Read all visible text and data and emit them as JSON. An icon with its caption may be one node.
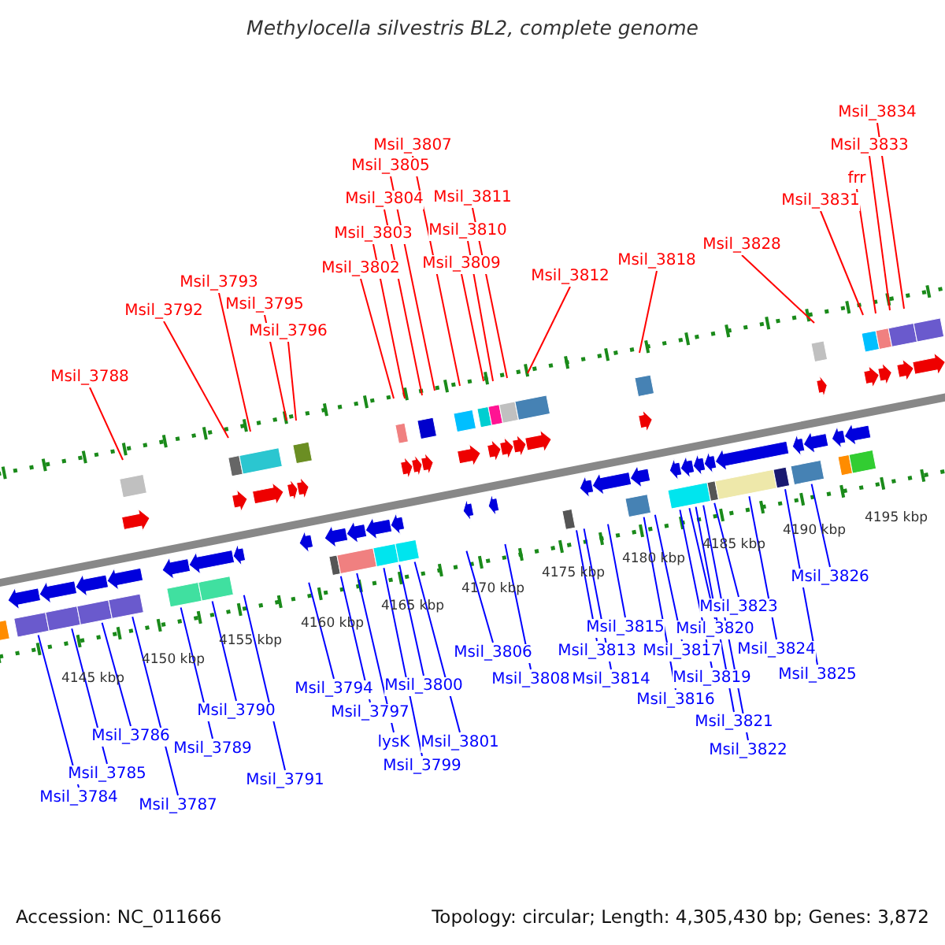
{
  "diagram": {
    "title": "Methylocella silvestris BL2, complete genome",
    "nodes": [
      {
        "text": [
          "Msil_3788"
        ]
      },
      {
        "text": [
          "Msil_3792"
        ]
      },
      {
        "text": [
          "Msil_3793"
        ]
      },
      {
        "text": [
          "Msil_3795"
        ]
      },
      {
        "text": [
          "Msil_3796"
        ]
      },
      {
        "text": [
          "Msil_3802"
        ]
      },
      {
        "text": [
          "Msil_3803"
        ]
      },
      {
        "text": [
          "Msil_3804"
        ]
      },
      {
        "text": [
          "Msil_3805"
        ]
      },
      {
        "text": [
          "Msil_3807"
        ]
      },
      {
        "text": [
          "Msil_3809"
        ]
      },
      {
        "text": [
          "Msil_3810"
        ]
      },
      {
        "text": [
          "Msil_3811"
        ]
      },
      {
        "text": [
          "Msil_3812"
        ]
      },
      {
        "text": [
          "Msil_3818"
        ]
      },
      {
        "text": [
          "Msil_3828"
        ]
      },
      {
        "text": [
          "Msil_3831"
        ]
      },
      {
        "text": [
          "frr"
        ]
      },
      {
        "text": [
          "Msil_3833"
        ]
      },
      {
        "text": [
          "Msil_3834"
        ]
      },
      {
        "text": [
          "Msil_3784"
        ]
      },
      {
        "text": [
          "Msil_3785"
        ]
      },
      {
        "text": [
          "Msil_3786"
        ]
      },
      {
        "text": [
          "Msil_3787"
        ]
      },
      {
        "text": [
          "Msil_3789"
        ]
      },
      {
        "text": [
          "Msil_3790"
        ]
      },
      {
        "text": [
          "Msil_3791"
        ]
      },
      {
        "text": [
          "Msil_3794"
        ]
      },
      {
        "text": [
          "Msil_3797"
        ]
      },
      {
        "text": [
          "lysK"
        ]
      },
      {
        "text": [
          "Msil_3799"
        ]
      },
      {
        "text": [
          "Msil_3800"
        ]
      },
      {
        "text": [
          "Msil_3801"
        ]
      },
      {
        "text": [
          "Msil_3806"
        ]
      },
      {
        "text": [
          "Msil_3808"
        ]
      },
      {
        "text": [
          "Msil_3813"
        ]
      },
      {
        "text": [
          "Msil_3814"
        ]
      },
      {
        "text": [
          "Msil_3815"
        ]
      },
      {
        "text": [
          "Msil_3816"
        ]
      },
      {
        "text": [
          "Msil_3817"
        ]
      },
      {
        "text": [
          "Msil_3819"
        ]
      },
      {
        "text": [
          "Msil_3820"
        ]
      },
      {
        "text": [
          "Msil_3821"
        ]
      },
      {
        "text": [
          "Msil_3822"
        ]
      },
      {
        "text": [
          "Msil_3823"
        ]
      },
      {
        "text": [
          "Msil_3824"
        ]
      },
      {
        "text": [
          "Msil_3825"
        ]
      },
      {
        "text": [
          "Msil_3826"
        ]
      }
    ],
    "edges": [
      {
        "from": 0,
        "to": null,
        "arrow": "none",
        "color": "#ff0000"
      },
      {
        "from": 1,
        "to": null,
        "arrow": "none",
        "color": "#ff0000"
      },
      {
        "from": 2,
        "to": null,
        "arrow": "none",
        "color": "#ff0000"
      },
      {
        "from": 3,
        "to": null,
        "arrow": "none",
        "color": "#ff0000"
      },
      {
        "from": 4,
        "to": null,
        "arrow": "none",
        "color": "#ff0000"
      },
      {
        "from": 5,
        "to": null,
        "arrow": "none",
        "color": "#ff0000"
      },
      {
        "from": 6,
        "to": null,
        "arrow": "none",
        "color": "#ff0000"
      },
      {
        "from": 7,
        "to": null,
        "arrow": "none",
        "color": "#ff0000"
      },
      {
        "from": 8,
        "to": null,
        "arrow": "none",
        "color": "#ff0000"
      },
      {
        "from": 9,
        "to": null,
        "arrow": "none",
        "color": "#ff0000"
      },
      {
        "from": 10,
        "to": null,
        "arrow": "none",
        "color": "#ff0000"
      },
      {
        "from": 11,
        "to": null,
        "arrow": "none",
        "color": "#ff0000"
      },
      {
        "from": 12,
        "to": null,
        "arrow": "none",
        "color": "#ff0000"
      },
      {
        "from": 13,
        "to": null,
        "arrow": "none",
        "color": "#ff0000"
      },
      {
        "from": 14,
        "to": null,
        "arrow": "none",
        "color": "#ff0000"
      },
      {
        "from": 15,
        "to": null,
        "arrow": "none",
        "color": "#ff0000"
      },
      {
        "from": 16,
        "to": null,
        "arrow": "none",
        "color": "#ff0000"
      },
      {
        "from": 17,
        "to": null,
        "arrow": "none",
        "color": "#ff0000"
      },
      {
        "from": 18,
        "to": null,
        "arrow": "none",
        "color": "#ff0000"
      },
      {
        "from": 19,
        "to": null,
        "arrow": "none",
        "color": "#ff0000"
      },
      {
        "from": 20,
        "to": null,
        "arrow": "none"
      },
      {
        "from": 21,
        "to": null,
        "arrow": "none"
      },
      {
        "from": 22,
        "to": null,
        "arrow": "none"
      },
      {
        "from": 23,
        "to": null,
        "arrow": "none"
      },
      {
        "from": 24,
        "to": null,
        "arrow": "none"
      },
      {
        "from": 25,
        "to": null,
        "arrow": "none"
      },
      {
        "from": 26,
        "to": null,
        "arrow": "none"
      },
      {
        "from": 27,
        "to": null,
        "arrow": "none"
      },
      {
        "from": 28,
        "to": null,
        "arrow": "none"
      },
      {
        "from": 29,
        "to": null,
        "arrow": "none"
      },
      {
        "from": 30,
        "to": null,
        "arrow": "none"
      },
      {
        "from": 31,
        "to": null,
        "arrow": "none"
      },
      {
        "from": 32,
        "to": null,
        "arrow": "none"
      },
      {
        "from": 33,
        "to": null,
        "arrow": "none"
      },
      {
        "from": 34,
        "to": null,
        "arrow": "none"
      },
      {
        "from": 35,
        "to": null,
        "arrow": "none"
      },
      {
        "from": 36,
        "to": null,
        "arrow": "none"
      },
      {
        "from": 37,
        "to": null,
        "arrow": "none"
      },
      {
        "from": 38,
        "to": null,
        "arrow": "none"
      },
      {
        "from": 39,
        "to": null,
        "arrow": "none"
      },
      {
        "from": 40,
        "to": null,
        "arrow": "none"
      },
      {
        "from": 41,
        "to": null,
        "arrow": "none"
      },
      {
        "from": 42,
        "to": null,
        "arrow": "none"
      },
      {
        "from": 43,
        "to": null,
        "arrow": "none"
      },
      {
        "from": 44,
        "to": null,
        "arrow": "none"
      },
      {
        "from": 45,
        "to": null,
        "arrow": "none"
      },
      {
        "from": 46,
        "to": null,
        "arrow": "none"
      },
      {
        "from": 47,
        "to": null,
        "arrow": "none"
      }
    ],
    "labels": [
      "4145 kbp",
      "4150 kbp",
      "4155 kbp",
      "4160 kbp",
      "4165 kbp",
      "4170 kbp",
      "4175 kbp",
      "4180 kbp",
      "4185 kbp",
      "4190 kbp",
      "4195 kbp",
      "Accession: NC_011666",
      "Topology: circular; Length: 4,305,430 bp; Genes: 3,872"
    ]
  }
}
